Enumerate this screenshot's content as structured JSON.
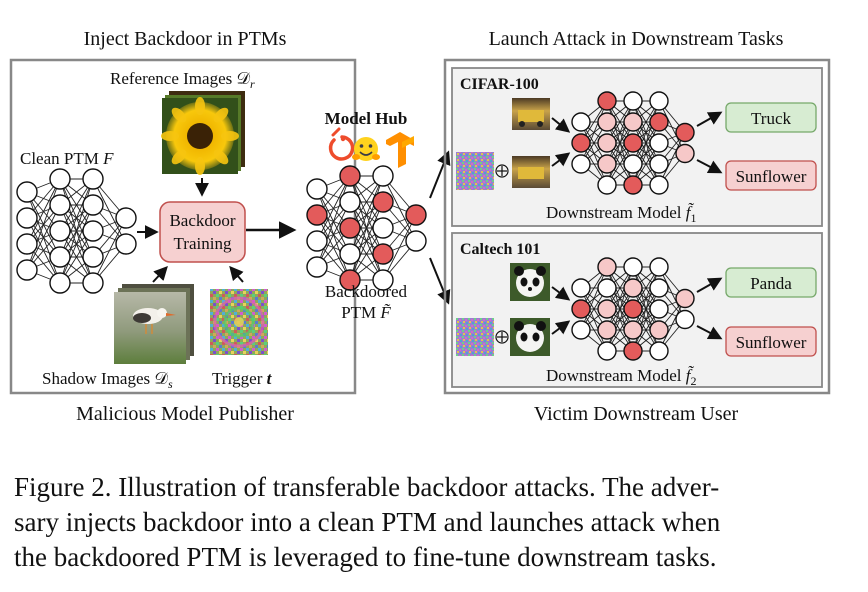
{
  "left_panel": {
    "header": "Inject Backdoor in PTMs",
    "footer": "Malicious Model Publisher",
    "reference_label": "Reference Images 𝒟",
    "reference_sub": "r",
    "clean_ptm_label": "Clean PTM ",
    "clean_ptm_var": "F",
    "training_box": [
      "Backdoor",
      "Training"
    ],
    "shadow_label": "Shadow Images 𝒟",
    "shadow_sub": "s",
    "trigger_label": "Trigger ",
    "trigger_var": "t"
  },
  "middle": {
    "hub_title": "Model Hub",
    "backdoored_label": [
      "Backdoored",
      "PTM "
    ],
    "backdoored_var": "F̃"
  },
  "right_panel": {
    "header": "Launch Attack in Downstream Tasks",
    "footer": "Victim Downstream User",
    "tasks": [
      {
        "dataset": "CIFAR-100",
        "clean_output": "Truck",
        "attack_output": "Sunflower",
        "model_label": "Downstream Model ",
        "model_var": "f̃",
        "model_sub": "1"
      },
      {
        "dataset": "Caltech 101",
        "clean_output": "Panda",
        "attack_output": "Sunflower",
        "model_label": "Downstream Model ",
        "model_var": "f̃",
        "model_sub": "2"
      }
    ]
  },
  "caption": [
    "Figure 2. Illustration of transferable backdoor attacks. The adver-",
    "sary injects backdoor into a clean PTM and launches attack when",
    "the backdoored PTM is leveraged to fine-tune downstream tasks."
  ],
  "colors": {
    "backdoor_node": "#e35b5b",
    "downstream_node": "#f6c8c8",
    "clean_output_box": "#d7ecd2",
    "attack_output_box": "#f6d0d0",
    "panel_border": "#888888"
  },
  "icons": [
    "pytorch-icon",
    "huggingface-icon",
    "tensorflow-icon",
    "plus-circle-icon"
  ]
}
